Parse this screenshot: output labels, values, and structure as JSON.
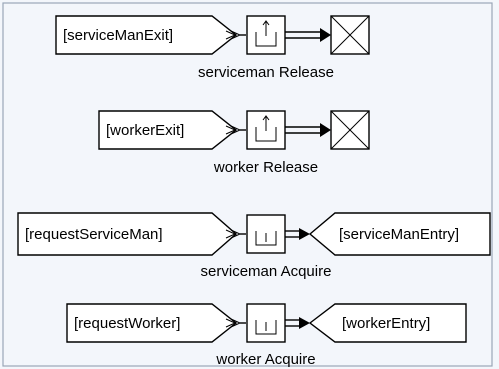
{
  "background_color": "#f3f6fb",
  "rows": [
    {
      "from_tag": "[serviceManExit]",
      "block": "Release",
      "caption": "serviceman Release",
      "output": "terminator",
      "to_tag": ""
    },
    {
      "from_tag": "[workerExit]",
      "block": "Release",
      "caption": "worker Release",
      "output": "terminator",
      "to_tag": ""
    },
    {
      "from_tag": "[requestServiceMan]",
      "block": "Acquire",
      "caption": "serviceman Acquire",
      "output": "goto",
      "to_tag": "[serviceManEntry]"
    },
    {
      "from_tag": "[requestWorker]",
      "block": "Acquire",
      "caption": "worker Acquire",
      "output": "goto",
      "to_tag": "[workerEntry]"
    }
  ],
  "icons": {
    "release_block": "release-icon",
    "acquire_block": "acquire-icon",
    "terminator": "entity-terminator-icon"
  }
}
